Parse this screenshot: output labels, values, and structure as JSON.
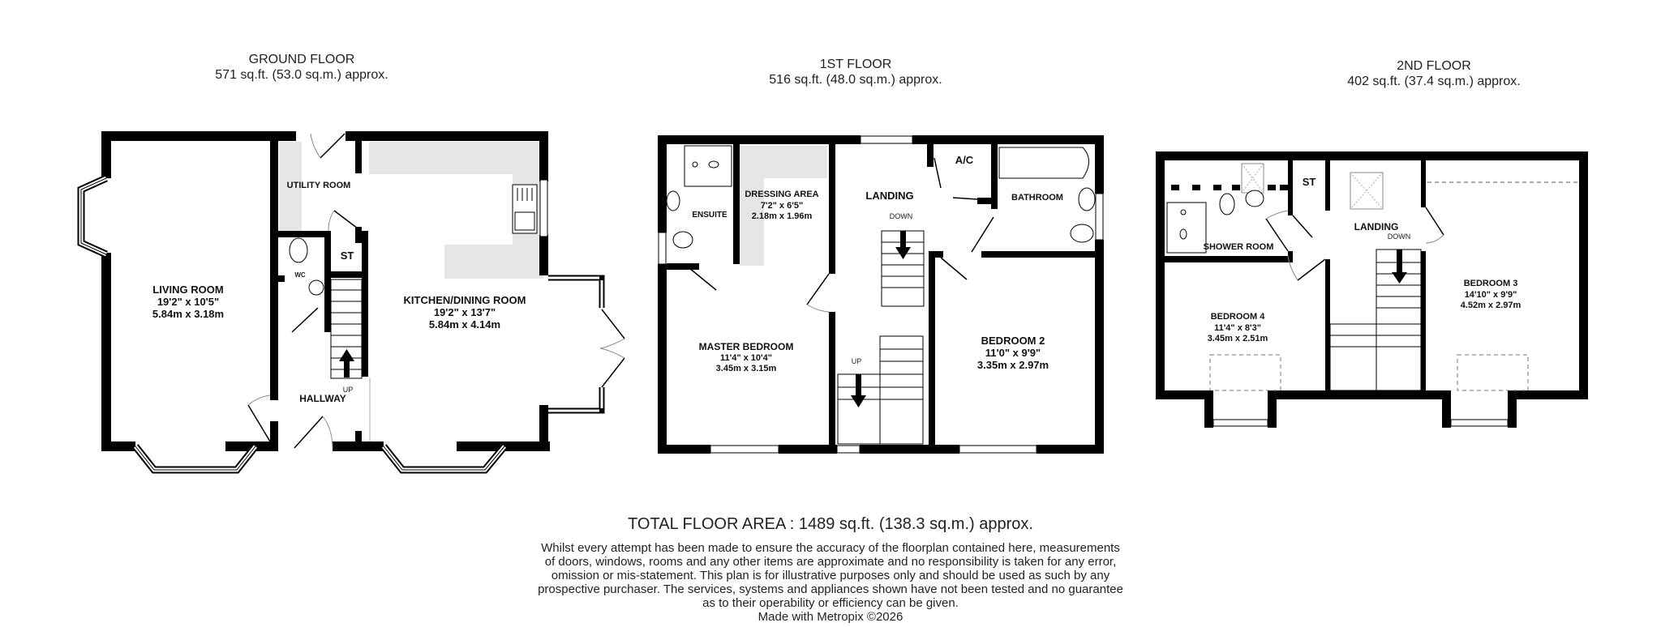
{
  "floors": [
    {
      "name": "GROUND FLOOR",
      "area": "571 sq.ft. (53.0 sq.m.) approx.",
      "rooms": [
        {
          "name": "LIVING ROOM",
          "imperial": "19'2\"  x 10'5\"",
          "metric": "5.84m  x 3.18m"
        },
        {
          "name": "KITCHEN/DINING ROOM",
          "imperial": "19'2\"  x 13'7\"",
          "metric": "5.84m  x 4.14m"
        },
        {
          "name": "UTILITY ROOM"
        },
        {
          "name": "WC"
        },
        {
          "name": "ST"
        },
        {
          "name": "HALLWAY"
        }
      ],
      "stair_labels": [
        "UP"
      ]
    },
    {
      "name": "1ST FLOOR",
      "area": "516 sq.ft. (48.0 sq.m.) approx.",
      "rooms": [
        {
          "name": "ENSUITE"
        },
        {
          "name": "DRESSING AREA",
          "imperial": "7'2\"  x 6'5\"",
          "metric": "2.18m  x 1.96m"
        },
        {
          "name": "LANDING"
        },
        {
          "name": "A/C"
        },
        {
          "name": "BATHROOM"
        },
        {
          "name": "MASTER BEDROOM",
          "imperial": "11'4\"  x 10'4\"",
          "metric": "3.45m  x 3.15m"
        },
        {
          "name": "BEDROOM 2",
          "imperial": "11'0\"  x 9'9\"",
          "metric": "3.35m  x 2.97m"
        }
      ],
      "stair_labels": [
        "DOWN",
        "UP"
      ]
    },
    {
      "name": "2ND FLOOR",
      "area": "402 sq.ft. (37.4 sq.m.) approx.",
      "rooms": [
        {
          "name": "SHOWER ROOM"
        },
        {
          "name": "ST"
        },
        {
          "name": "LANDING"
        },
        {
          "name": "BEDROOM 4",
          "imperial": "11'4\"  x 8'3\"",
          "metric": "3.45m  x 2.51m"
        },
        {
          "name": "BEDROOM 3",
          "imperial": "14'10\"  x 9'9\"",
          "metric": "4.52m  x 2.97m"
        }
      ],
      "stair_labels": [
        "DOWN"
      ]
    }
  ],
  "footer": {
    "total": "TOTAL FLOOR AREA : 1489 sq.ft. (138.3 sq.m.) approx.",
    "disclaimer_lines": [
      "Whilst every attempt has been made to ensure the accuracy of the floorplan contained here, measurements",
      "of doors, windows, rooms and any other items are approximate and no responsibility is taken for any error,",
      "omission or mis-statement. This plan is for illustrative purposes only and should be used as such by any",
      "prospective purchaser. The services, systems and appliances shown have not been tested and no guarantee",
      "as to their operability or efficiency can be given."
    ],
    "credit": "Made with Metropix ©2026"
  },
  "colors": {
    "wall": "#000000",
    "fitted_units": "#e6e6e6",
    "background": "#ffffff"
  }
}
